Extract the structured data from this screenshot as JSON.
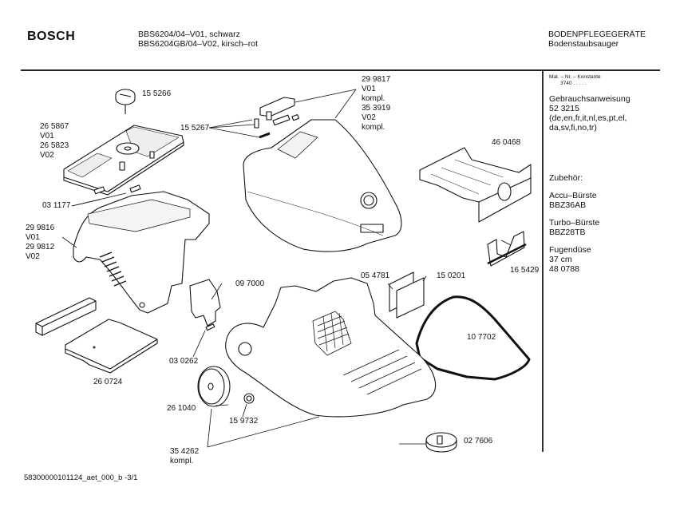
{
  "header": {
    "brand": "BOSCH",
    "models": [
      "BBS6204/04–V01, schwarz",
      "BBS6204GB/04–V02, kirsch–rot"
    ],
    "category": "BODENPFLEGEGERÄTE",
    "subcategory": "Bodenstaubsauger"
  },
  "sidebar": {
    "mat_label": "Mat. – Nr. – Konstante",
    "mat_value": "3740  .  .  .  .  .",
    "manual_title": "Gebrauchsanweisung",
    "manual_number": "52 3215",
    "manual_langs_1": "(de,en,fr,it,nl,es,pt,el,",
    "manual_langs_2": "da,sv,fi,no,tr)",
    "accessories_title": "Zubehör:",
    "accessories": [
      {
        "name": "Accu–Bürste",
        "code": "BBZ36AB"
      },
      {
        "name": "Turbo–Bürste",
        "code": "BBZ28TB"
      },
      {
        "name": "Fugendüse",
        "detail": "37 cm",
        "code": "48 0788"
      }
    ]
  },
  "parts": {
    "p155266": "15 5266",
    "p265867": [
      "26 5867",
      "V01",
      "26 5823",
      "V02"
    ],
    "p299817": [
      "29 9817",
      "V01",
      "kompl.",
      "35 3919",
      "V02",
      "kompl."
    ],
    "p155267": "15 5267",
    "p460468": "46 0468",
    "p031177": "03 1177",
    "p299816": [
      "29 9816",
      "V01",
      "29 9812",
      "V02"
    ],
    "p165429": "16 5429",
    "p054781": "05 4781",
    "p150201": "15 0201",
    "p097000": "09 7000",
    "p107702": "10 7702",
    "p030262": "03 0262",
    "p260724": "26 0724",
    "p261040": "26 1040",
    "p159732": "15 9732",
    "p027606": "02 7606",
    "p354262": [
      "35 4262",
      "kompl."
    ]
  },
  "footer": {
    "doc_id": "58300000101124_aet_000_b  -3/1"
  }
}
